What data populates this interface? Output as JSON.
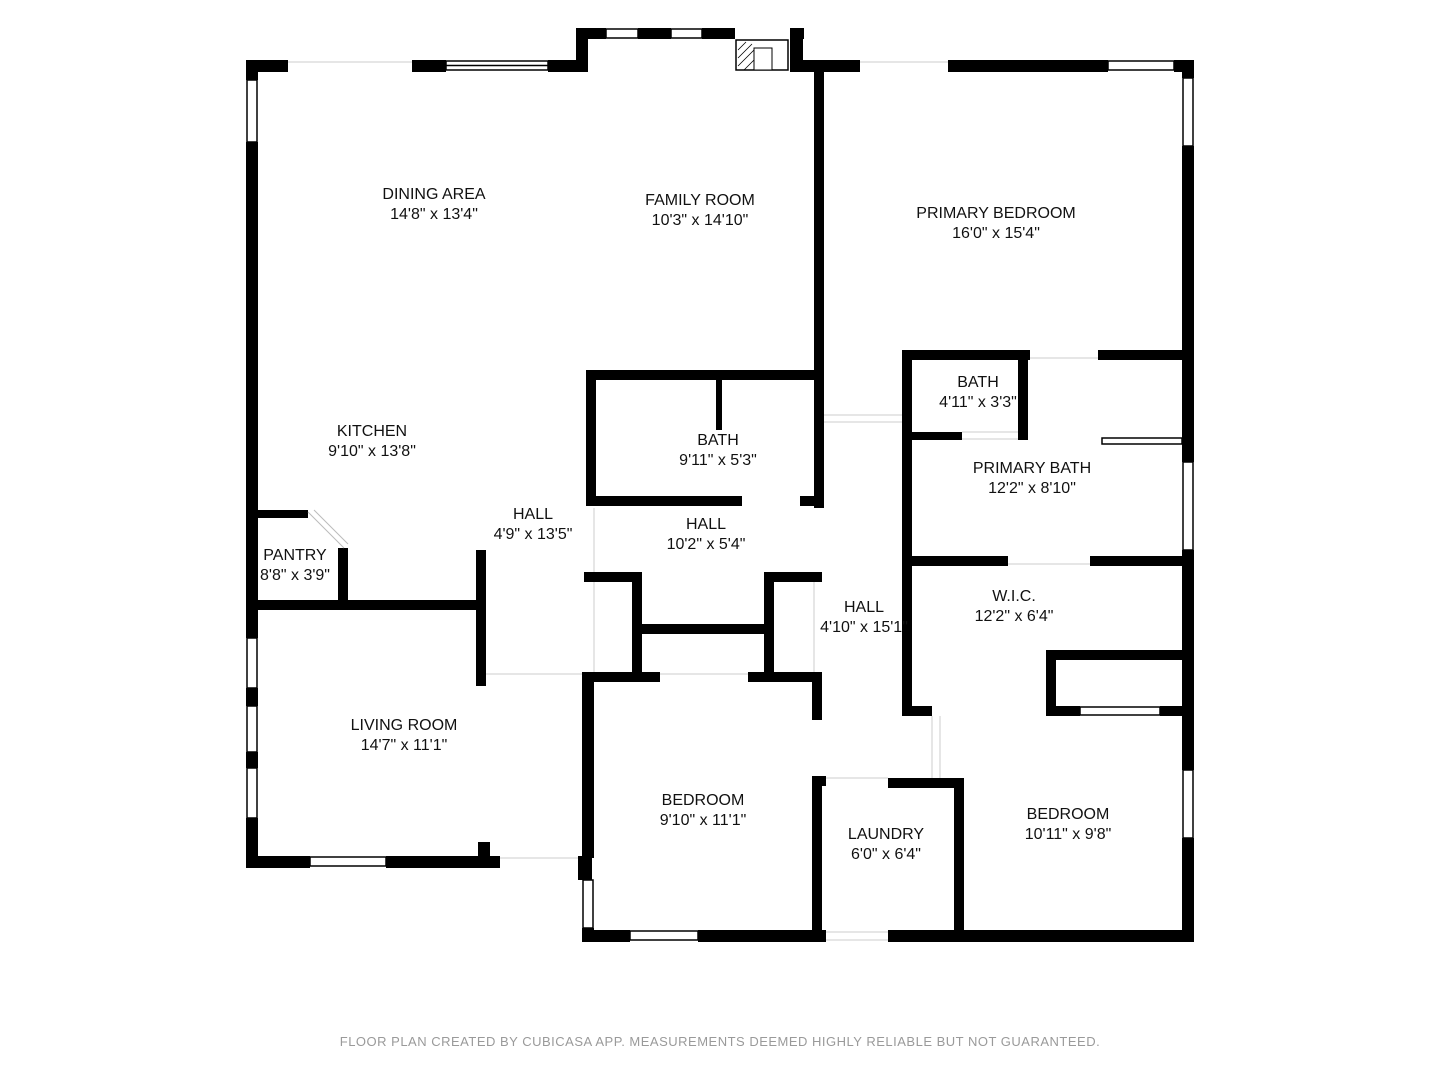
{
  "rooms": {
    "dining": {
      "name": "DINING AREA",
      "dim": "14'8\" x 13'4\""
    },
    "family": {
      "name": "FAMILY ROOM",
      "dim": "10'3\" x 14'10\""
    },
    "primary_bedroom": {
      "name": "PRIMARY BEDROOM",
      "dim": "16'0\" x 15'4\""
    },
    "bath_small": {
      "name": "BATH",
      "dim": "4'11\" x 3'3\""
    },
    "kitchen": {
      "name": "KITCHEN",
      "dim": "9'10\" x 13'8\""
    },
    "bath": {
      "name": "BATH",
      "dim": "9'11\" x 5'3\""
    },
    "primary_bath": {
      "name": "PRIMARY BATH",
      "dim": "12'2\" x 8'10\""
    },
    "hall_left": {
      "name": "HALL",
      "dim": "4'9\" x 13'5\""
    },
    "hall_mid": {
      "name": "HALL",
      "dim": "10'2\" x 5'4\""
    },
    "pantry": {
      "name": "PANTRY",
      "dim": "8'8\" x 3'9\""
    },
    "wic": {
      "name": "W.I.C.",
      "dim": "12'2\" x 6'4\""
    },
    "hall_right": {
      "name": "HALL",
      "dim": "4'10\" x 15'1\""
    },
    "living": {
      "name": "LIVING ROOM",
      "dim": "14'7\" x 11'1\""
    },
    "bedroom_mid": {
      "name": "BEDROOM",
      "dim": "9'10\" x 11'1\""
    },
    "laundry": {
      "name": "LAUNDRY",
      "dim": "6'0\" x 6'4\""
    },
    "bedroom_right": {
      "name": "BEDROOM",
      "dim": "10'11\" x 9'8\""
    }
  },
  "footer": "FLOOR PLAN CREATED BY CUBICASA APP. MEASUREMENTS DEEMED HIGHLY RELIABLE BUT NOT GUARANTEED.",
  "colors": {
    "wall": "#000000",
    "window": "#ffffff",
    "footer_text": "#9a9a9a"
  }
}
